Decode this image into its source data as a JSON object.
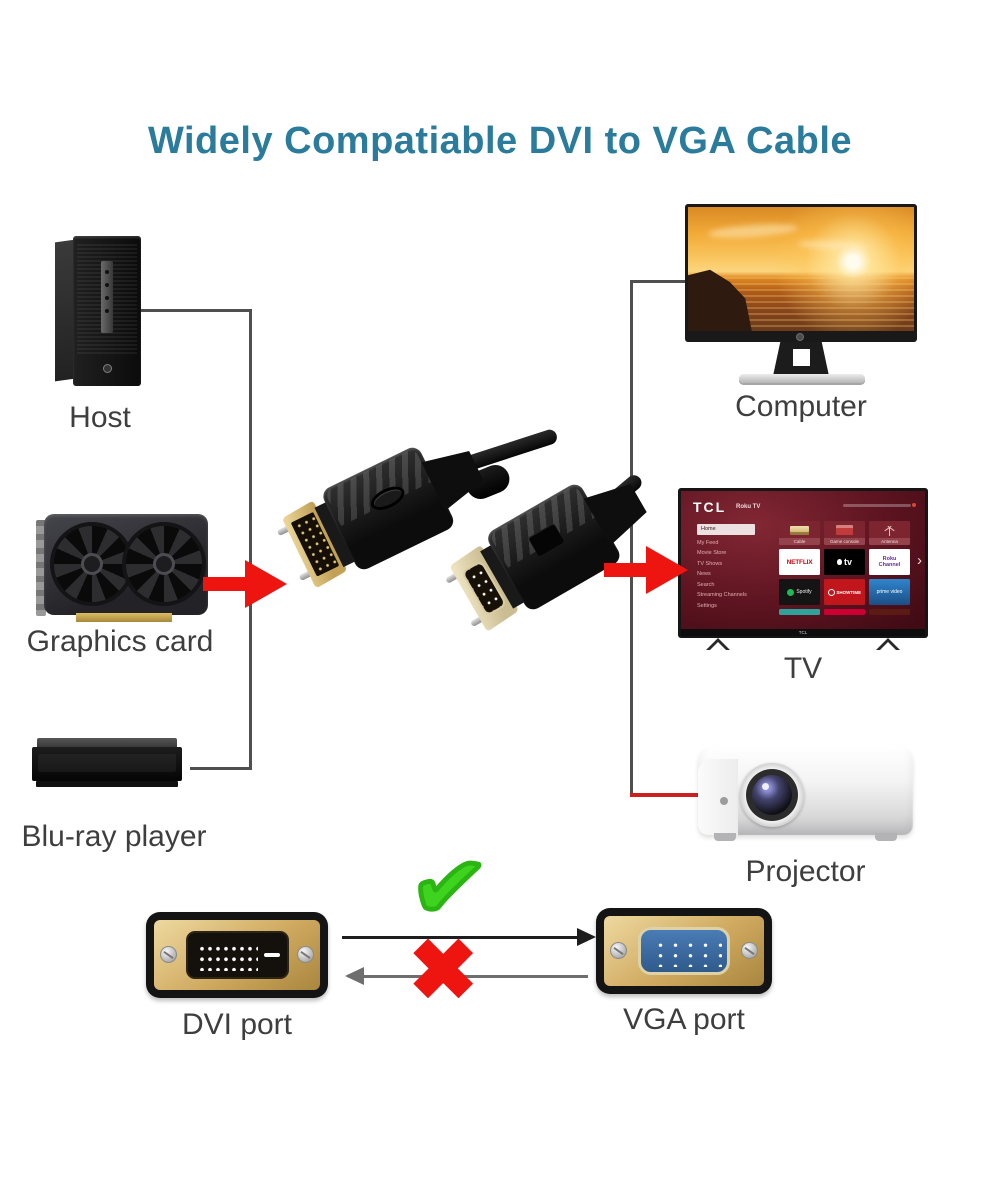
{
  "title": "Widely Compatiable DVI to VGA Cable",
  "colors": {
    "title_teal": "#2b7c9c",
    "label_gray": "#3e3e3e",
    "arrow_red": "#ee1410",
    "check_green": "#3ed31e",
    "connection_line": "#4f4f4f",
    "projector_line_red": "#cc2020",
    "port_gold": "#cfa95f",
    "vga_blue": "#3a6fa8",
    "tv_screen_red": "#5c1420"
  },
  "devices": {
    "host": {
      "label": "Host"
    },
    "graphics_card": {
      "label": "Graphics card"
    },
    "bluray": {
      "label": "Blu-ray player"
    },
    "computer": {
      "label": "Computer"
    },
    "tv": {
      "label": "TV",
      "brand": "TCL",
      "platform": "Roku TV",
      "footer_brand": "TCL",
      "menu": [
        "Home",
        "My Feed",
        "Movie Store",
        "TV Shows",
        "News",
        "Search",
        "Streaming Channels",
        "Settings"
      ],
      "input_tiles": [
        "Cable",
        "Game console",
        "Antenna"
      ],
      "app_tiles": [
        "NETFLIX",
        "tv",
        "Roku Channel",
        "Spotify",
        "SHOWTIME",
        "prime video"
      ]
    },
    "projector": {
      "label": "Projector"
    }
  },
  "ports": {
    "dvi": {
      "label": "DVI port"
    },
    "vga": {
      "label": "VGA port"
    }
  },
  "icons": {
    "check": "✔",
    "cross": "✖",
    "chevron_right": "›"
  }
}
